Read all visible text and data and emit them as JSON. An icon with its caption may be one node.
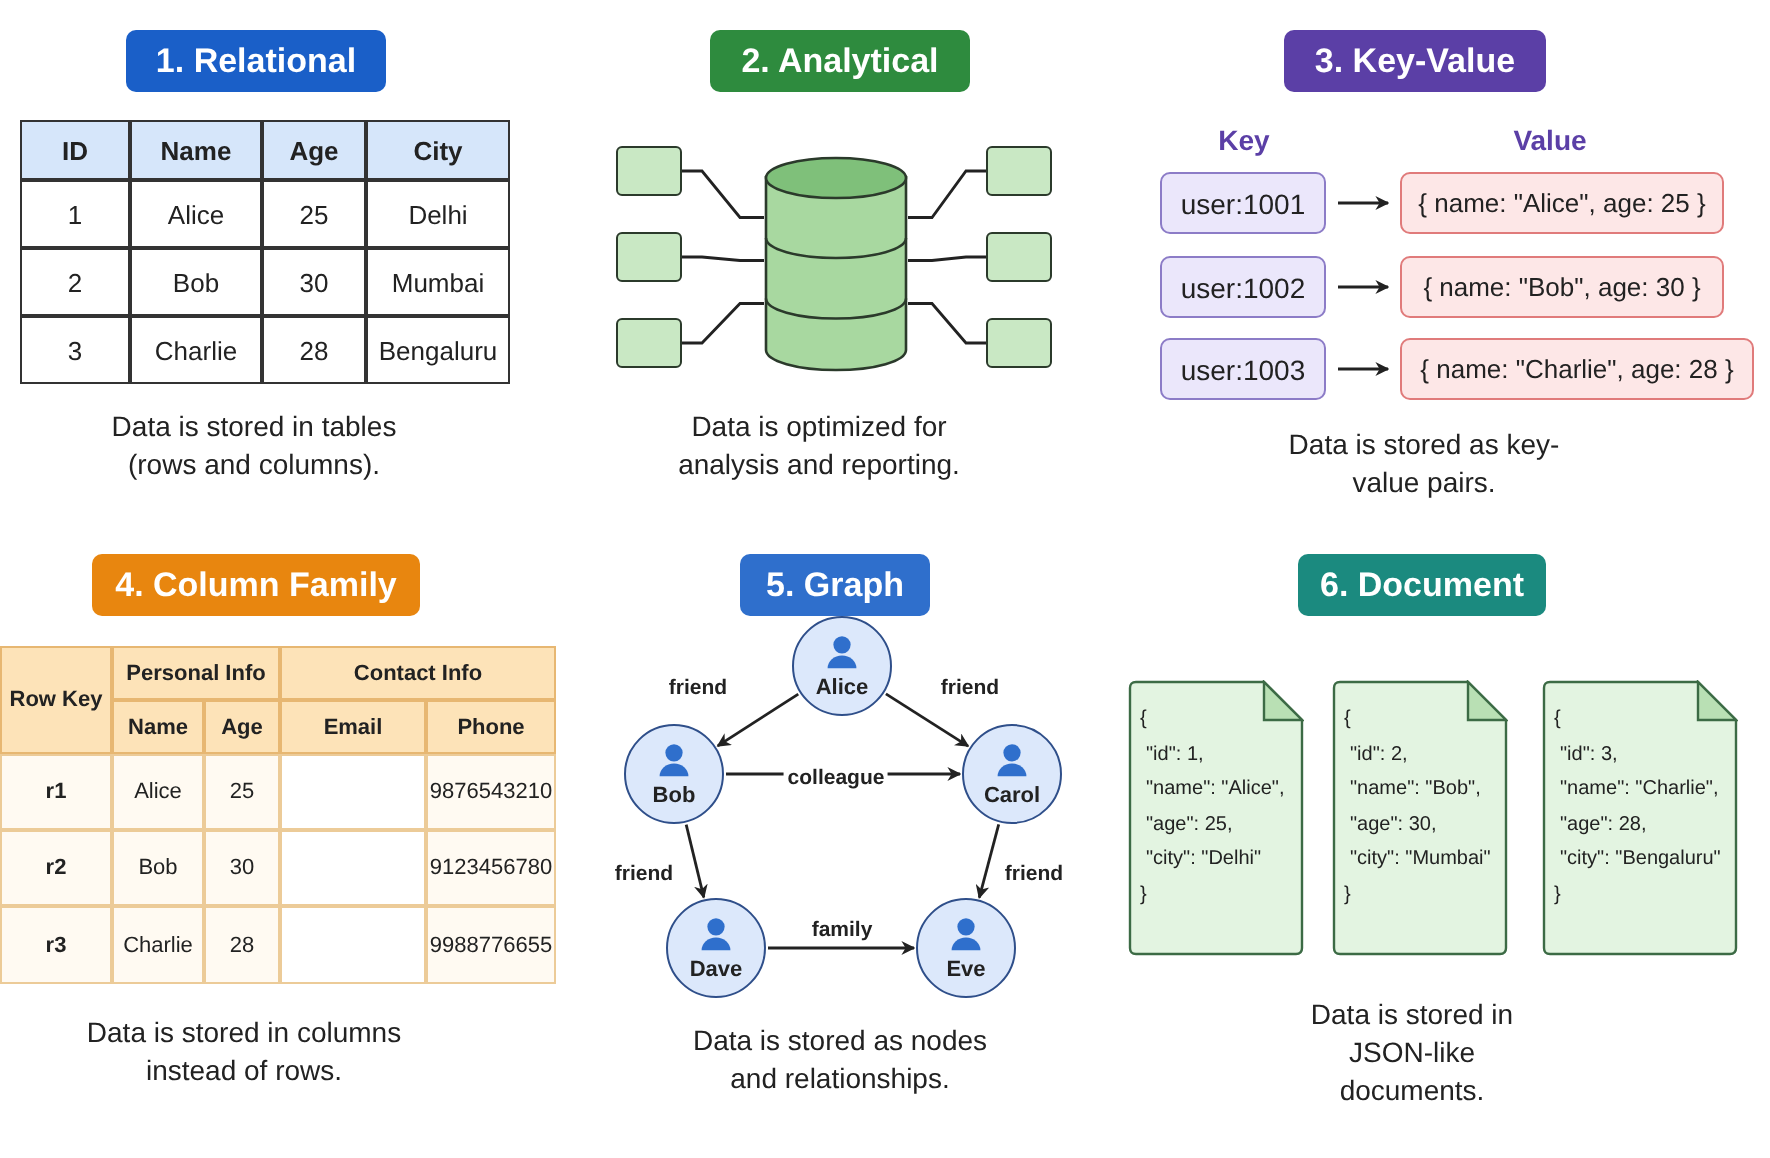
{
  "diagram": {
    "nodes": [
      {
        "text": [
          "1. Relational"
        ]
      },
      {
        "text": [
          "2. Analytical"
        ]
      },
      {
        "text": [],
        "shape": "cylinder"
      },
      {
        "text": [],
        "shape": "box"
      },
      {
        "text": [],
        "shape": "box"
      },
      {
        "text": [],
        "shape": "box"
      },
      {
        "text": [],
        "shape": "box"
      },
      {
        "text": [],
        "shape": "box"
      },
      {
        "text": [],
        "shape": "box"
      },
      {
        "text": [
          "3. Key-Value"
        ]
      },
      {
        "text": [
          "user:1001"
        ]
      },
      {
        "text": [
          "{ name: \"Alice\", age: 25 }"
        ]
      },
      {
        "text": [
          "user:1002"
        ]
      },
      {
        "text": [
          "{ name: \"Bob\", age: 30 }"
        ]
      },
      {
        "text": [
          "user:1003"
        ]
      },
      {
        "text": [
          "{ name: \"Charlie\", age: 28 }"
        ]
      },
      {
        "text": [
          "4. Column Family"
        ]
      },
      {
        "text": [
          "5. Graph"
        ]
      },
      {
        "text": [
          "Alice"
        ]
      },
      {
        "text": [
          "Bob"
        ]
      },
      {
        "text": [
          "Carol"
        ]
      },
      {
        "text": [
          "Dave"
        ]
      },
      {
        "text": [
          "Eve"
        ]
      },
      {
        "text": [
          "6. Document"
        ]
      },
      {
        "text": [
          "{",
          "\"id\": 1,",
          "\"name\": \"Alice\",",
          "\"age\": 25,",
          "\"city\": \"Delhi\"",
          "}"
        ]
      },
      {
        "text": [
          "{",
          "\"id\": 2,",
          "\"name\": \"Bob\",",
          "\"age\": 30,",
          "\"city\": \"Mumbai\"",
          "}"
        ]
      },
      {
        "text": [
          "{",
          "\"id\": 3,",
          "\"name\": \"Charlie\",",
          "\"age\": 28,",
          "\"city\": \"Bengaluru\"",
          "}"
        ]
      }
    ],
    "edges": [
      {
        "from": 2,
        "to": 3,
        "arrow": "none"
      },
      {
        "from": 2,
        "to": 4,
        "arrow": "none"
      },
      {
        "from": 2,
        "to": 5,
        "arrow": "none"
      },
      {
        "from": 2,
        "to": 6,
        "arrow": "none"
      },
      {
        "from": 2,
        "to": 7,
        "arrow": "none"
      },
      {
        "from": 2,
        "to": 8,
        "arrow": "none"
      },
      {
        "from": 10,
        "to": 11,
        "arrow": "to"
      },
      {
        "from": 12,
        "to": 13,
        "arrow": "to"
      },
      {
        "from": 14,
        "to": 15,
        "arrow": "to"
      },
      {
        "from": 18,
        "to": 19,
        "arrow": "to",
        "label": "friend"
      },
      {
        "from": 18,
        "to": 20,
        "arrow": "to",
        "label": "friend"
      },
      {
        "from": 19,
        "to": 20,
        "arrow": "to",
        "label": "colleague"
      },
      {
        "from": 19,
        "to": 21,
        "arrow": "to",
        "label": "friend"
      },
      {
        "from": 20,
        "to": 22,
        "arrow": "to",
        "label": "friend"
      },
      {
        "from": 21,
        "to": 22,
        "arrow": "to",
        "label": "family"
      }
    ],
    "labels": [
      "ID",
      "Name",
      "Age",
      "City",
      "1",
      "Alice",
      "25",
      "Delhi",
      "2",
      "Bob",
      "30",
      "Mumbai",
      "3",
      "Charlie",
      "28",
      "Bengaluru",
      "Data is stored in tables (rows and columns).",
      "Data is optimized for analysis and reporting.",
      "Key",
      "Value",
      "Data is stored as key-value pairs.",
      "Row Key",
      "Personal Info",
      "Contact Info",
      "Name",
      "Age",
      "Email",
      "Phone",
      "r1",
      "Alice",
      "25",
      "9876543210",
      "r2",
      "Bob",
      "30",
      "9123456780",
      "r3",
      "Charlie",
      "28",
      "9988776655",
      "Data is stored in columns instead of rows.",
      "Data is stored as nodes and relationships.",
      "Data is stored in JSON-like documents."
    ]
  }
}
